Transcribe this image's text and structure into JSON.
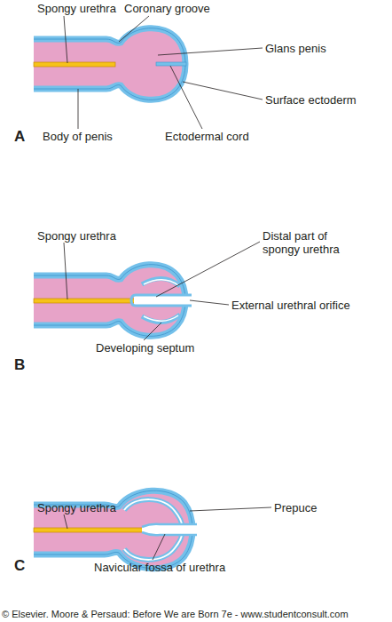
{
  "diagram": {
    "labels": [
      "Spongy urethra",
      "Coronary groove",
      "Glans penis",
      "Surface ectoderm",
      "Body of penis",
      "Ectodermal cord",
      "A",
      "Spongy urethra",
      "Distal part of spongy urethra",
      "External urethral orifice",
      "Developing septum",
      "B",
      "Spongy urethra",
      "Prepuce",
      "Navicular fossa of urethra",
      "C",
      "© Elsevier. Moore & Persaud: Before We are Born 7e - www.studentconsult.com"
    ]
  }
}
